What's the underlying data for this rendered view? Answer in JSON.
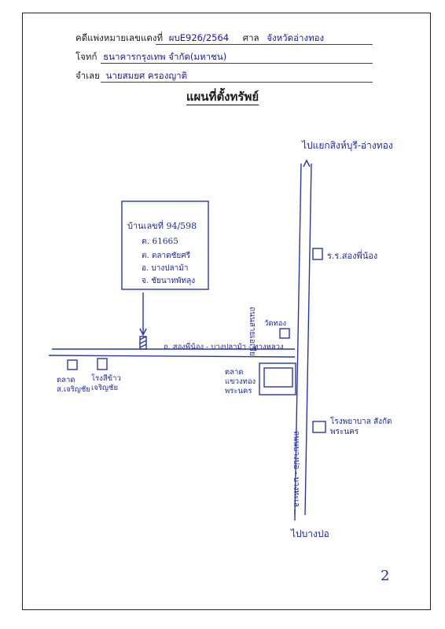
{
  "header": {
    "case_label": "คดีแพ่งหมายเลขแดงที่",
    "case_no": "ผบE926/2564",
    "court_label": "ศาล",
    "court_name": "จังหวัดอ่างทอง",
    "plaintiff_label": "โจทก์",
    "plaintiff_name": "ธนาคารกรุงเทพ จำกัด(มหาชน)",
    "defendant_label": "จำเลย",
    "defendant_name": "นายสมยศ ครองญาติ"
  },
  "title": "แผนที่ตั้งทรัพย์",
  "map": {
    "north_label": "ไปแยกสิงห์บุรี-อ่างทอง",
    "south_label": "ไปบางปอ",
    "property_box": {
      "line1": "บ้านเลขที่ 94/598",
      "line2": "ต. 61665",
      "line3": "ต. ตลาดชัยศรี",
      "line4": "อ. บางปลาม้า",
      "line5": "จ. ชัยนาทพัทลุง"
    },
    "road_main": "ถนนสายเอเชีย",
    "road_side": "ถ. สองพี่น้อง - บางปลาม้า - ทางหลวง",
    "road_south": "ถนนบางปอ - บางทะเล",
    "landmark_school": "ร.ร.สองพี่น้อง",
    "landmark_temple": "วัดทอง",
    "landmark_market": "ตลาด แขวงทอง พระนคร",
    "landmark_hospital": "โรงพยาบาล สังกัด พระนคร",
    "landmark_left1": "ตลาด ส.เจริญชัย",
    "landmark_left2": "โรงสีข้าว เจริญชัย"
  },
  "page_number": "2"
}
